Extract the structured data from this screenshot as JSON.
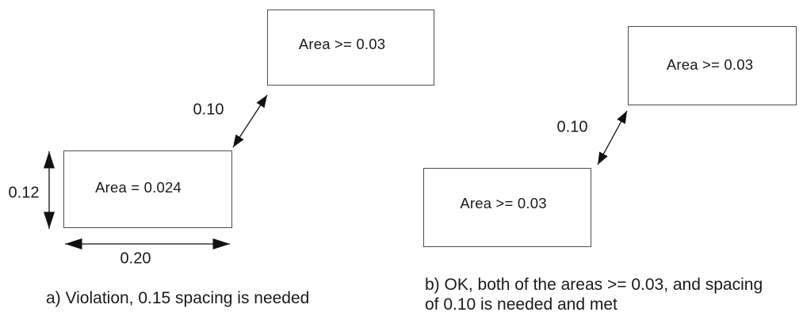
{
  "page": {
    "background_color": "#ffffff",
    "line_color": "#111111",
    "text_color": "#1a1a1a",
    "box_border_color": "#4d4d4d"
  },
  "diagram_a": {
    "top_box_label": "Area >= 0.03",
    "bottom_box_label": "Area = 0.024",
    "spacing_label": "0.10",
    "height_label": "0.12",
    "width_label": "0.20",
    "caption": "a) Violation, 0.15 spacing is needed"
  },
  "diagram_b": {
    "top_box_label": "Area >= 0.03",
    "bottom_box_label": "Area >= 0.03",
    "spacing_label": "0.10",
    "caption_line1": "b) OK, both of the areas >= 0.03, and spacing",
    "caption_line2": "of 0.10 is needed and met"
  }
}
